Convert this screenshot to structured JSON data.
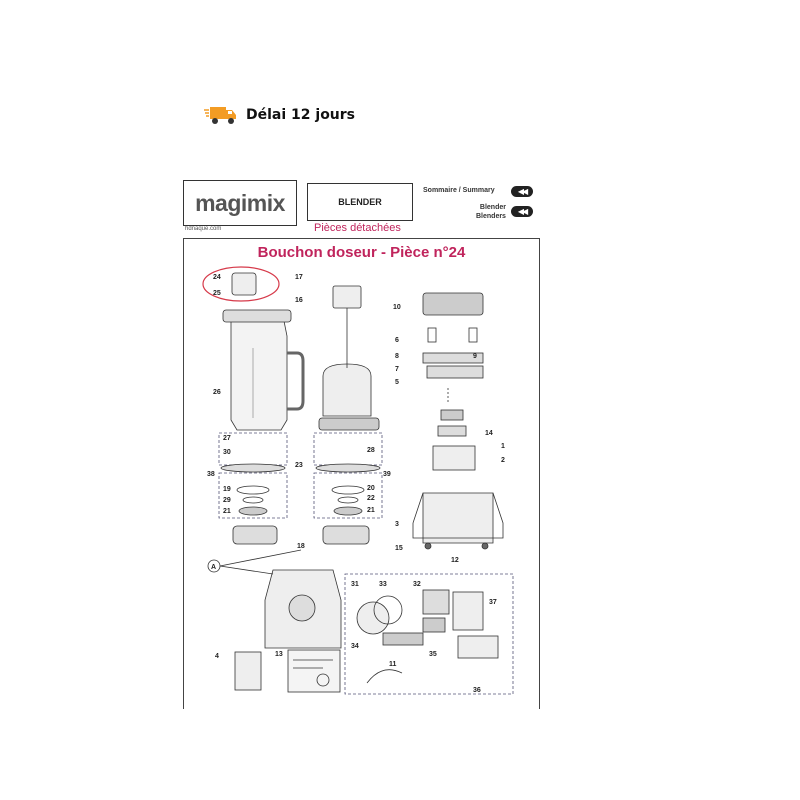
{
  "delivery": {
    "text": "Délai 12 jours",
    "icon": "delivery-truck-icon",
    "color": "#f39c24"
  },
  "header": {
    "brand": "magimix",
    "site": "hdnaque.com",
    "model": "BLENDER",
    "section": "Pièces détachées",
    "nav_summary": "Sommaire / Summary",
    "nav_blender_1": "Blender",
    "nav_blender_2": "Blenders"
  },
  "diagram": {
    "title": "Bouchon doseur - Pièce n°24",
    "title_color": "#c0245c",
    "highlight_color": "#d63a4a",
    "part_labels": [
      "24",
      "25",
      "17",
      "16",
      "10",
      "6",
      "8",
      "7",
      "9",
      "5",
      "26",
      "27",
      "30",
      "23",
      "28",
      "38",
      "39",
      "19",
      "29",
      "21",
      "20",
      "22",
      "14",
      "1",
      "2",
      "3",
      "15",
      "18",
      "12",
      "A",
      "31",
      "33",
      "32",
      "37",
      "34",
      "35",
      "11",
      "4",
      "13",
      "36"
    ]
  }
}
